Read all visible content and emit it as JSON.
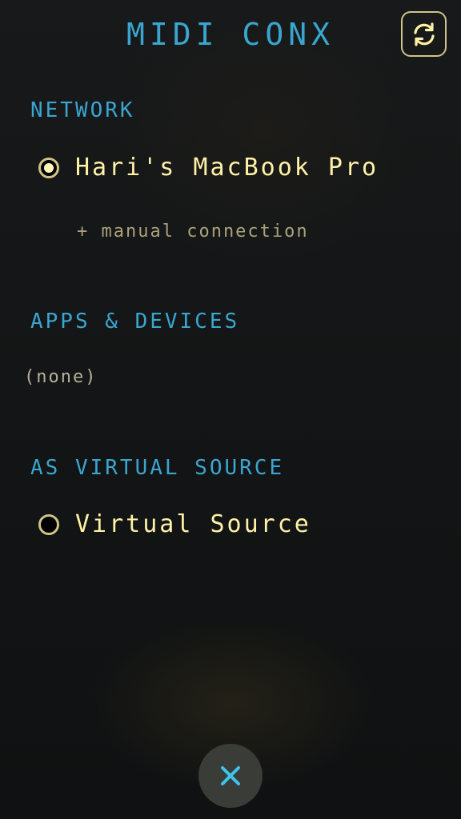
{
  "header": {
    "title": "MIDI CONX",
    "refresh_icon": "refresh-icon"
  },
  "network": {
    "heading": "NETWORK",
    "devices": [
      {
        "label": "Hari's MacBook Pro",
        "selected": true
      }
    ],
    "manual_link": "+ manual connection"
  },
  "apps_devices": {
    "heading": "APPS & DEVICES",
    "empty_text": "(none)"
  },
  "virtual_source": {
    "heading": "AS VIRTUAL SOURCE",
    "options": [
      {
        "label": "Virtual Source",
        "selected": false
      }
    ]
  },
  "footer": {
    "close_icon": "close-icon"
  },
  "colors": {
    "heading": "#3aa6cf",
    "accent": "#cfc389",
    "option_text": "#fff1a6",
    "background": "#131516"
  }
}
